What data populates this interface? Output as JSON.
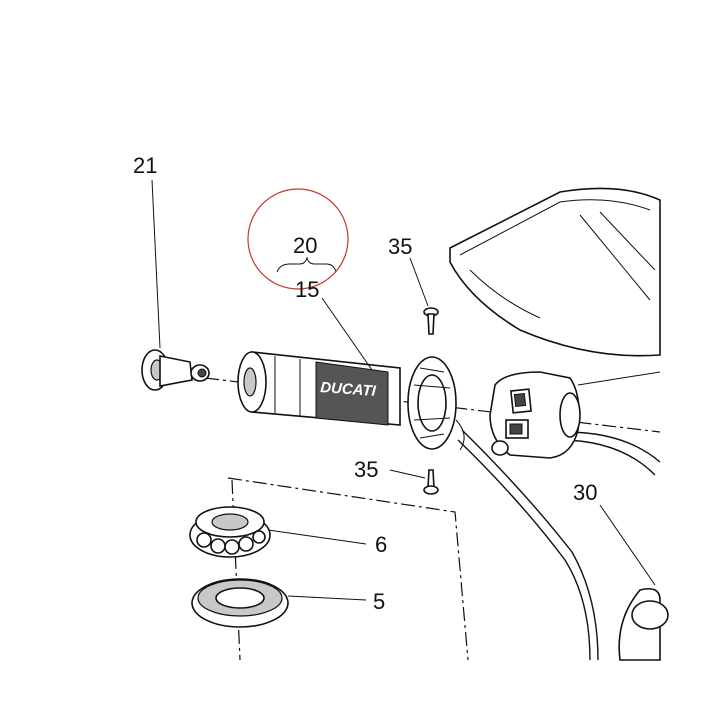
{
  "labels": {
    "p21": "21",
    "p20": "20",
    "p15": "15",
    "p35_top": "35",
    "p35_bottom": "35",
    "p30": "30",
    "p6": "6",
    "p5": "5"
  },
  "grip_brand": "DUCATI",
  "highlight_color": "#c0392b"
}
